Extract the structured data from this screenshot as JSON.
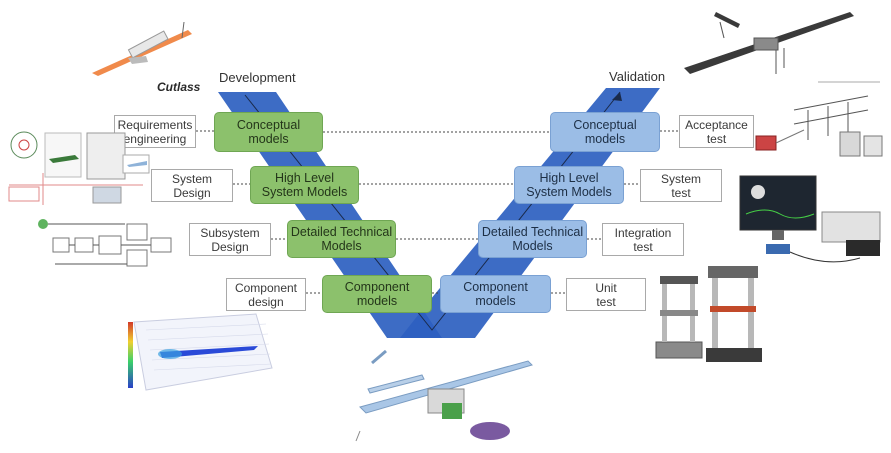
{
  "headers": {
    "left": "Development",
    "right": "Validation"
  },
  "logo": "Cutlass",
  "development": [
    {
      "label": "Conceptual\nmodels",
      "side": "Requirements\nengineering"
    },
    {
      "label": "High Level\nSystem Models",
      "side": "System\nDesign"
    },
    {
      "label": "Detailed Technical\nModels",
      "side": "Subsystem\nDesign"
    },
    {
      "label": "Component\nmodels",
      "side": "Component\ndesign"
    }
  ],
  "validation": [
    {
      "label": "Conceptual\nmodels",
      "side": "Acceptance\ntest"
    },
    {
      "label": "High Level\nSystem Models",
      "side": "System\ntest"
    },
    {
      "label": "Detailed Technical\nModels",
      "side": "Integration\ntest"
    },
    {
      "label": "Component\nmodels",
      "side": "Unit\ntest"
    }
  ],
  "colors": {
    "v_shape": "#2d5fc0",
    "dev_box": "#8cc16c",
    "val_box": "#9bbde6"
  },
  "illustrations": [
    "cutlass-uav-icon",
    "system-block-diagram-icon",
    "simulink-model-icon",
    "cfd-simulation-icon",
    "uav-exploded-view-icon",
    "uav-render-icon",
    "frf-measurement-icon",
    "daq-workstation-icon",
    "tensile-test-machines-icon"
  ]
}
